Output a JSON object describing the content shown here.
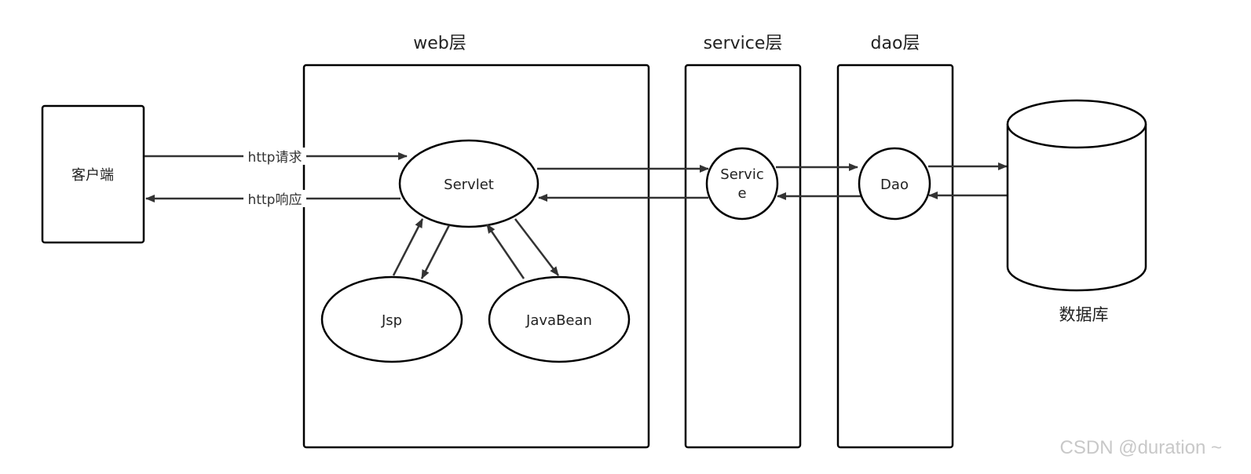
{
  "layers": {
    "web": "web层",
    "service": "service层",
    "dao": "dao层"
  },
  "nodes": {
    "client": "客户端",
    "servlet": "Servlet",
    "jsp": "Jsp",
    "javabean": "JavaBean",
    "service_line1": "Servic",
    "service_line2": "e",
    "dao": "Dao",
    "database": "数据库"
  },
  "edges": {
    "http_request": "http请求",
    "http_response": "http响应"
  },
  "watermark": "CSDN @duration ~",
  "colors": {
    "stroke": "#333333",
    "background": "#ffffff",
    "watermark": "#c8c8c8"
  }
}
